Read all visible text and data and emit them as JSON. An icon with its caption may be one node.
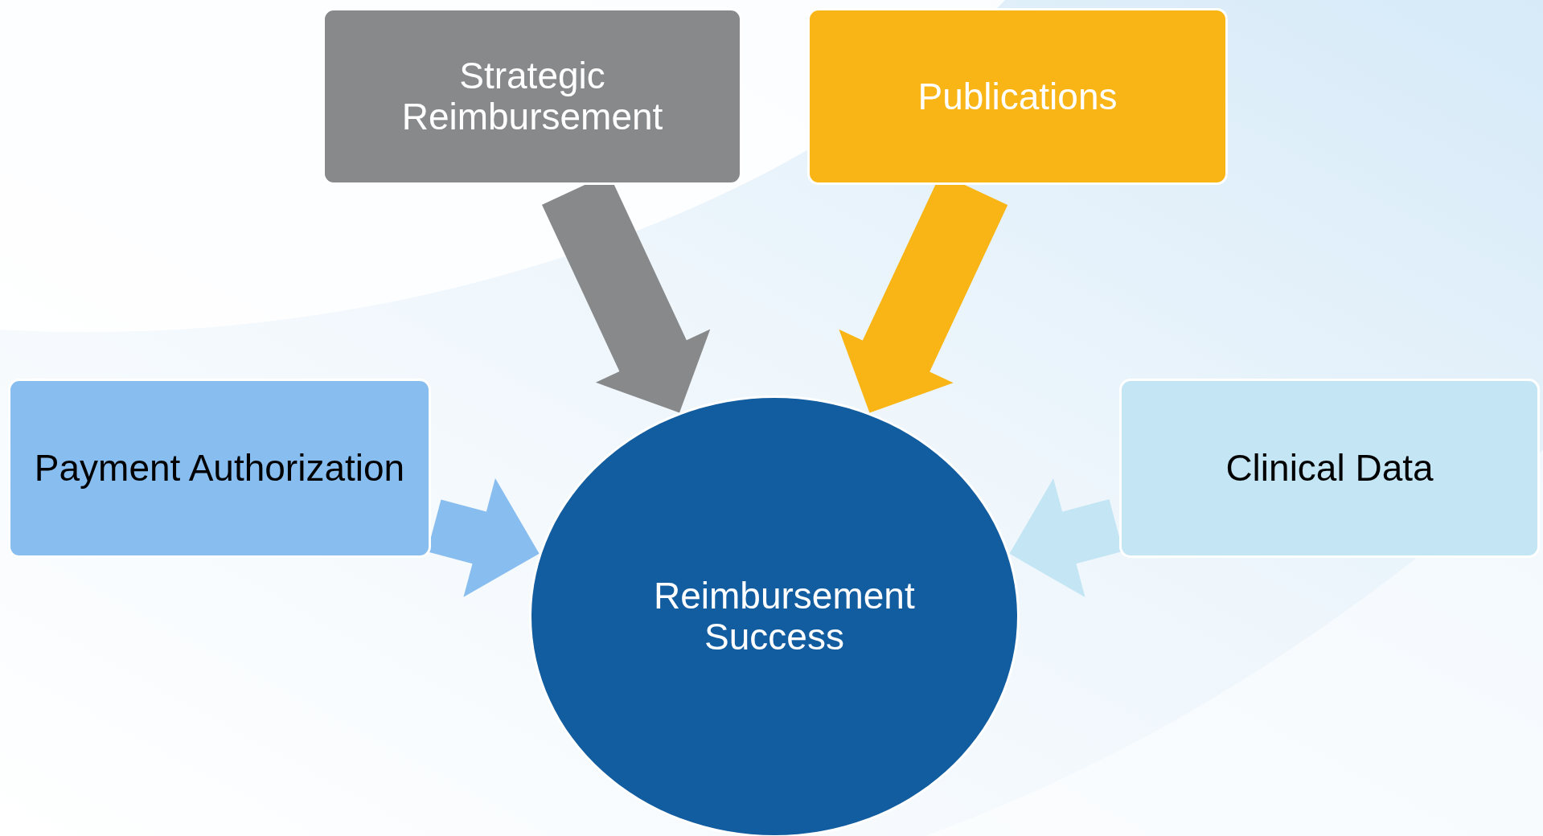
{
  "diagram": {
    "nodes": [
      {
        "text": [
          "Strategic Reimbursement"
        ]
      },
      {
        "text": [
          "Publications"
        ]
      },
      {
        "text": [
          "Payment Authorization"
        ]
      },
      {
        "text": [
          "Reimbursement Success"
        ]
      },
      {
        "text": [
          "Clinical Data"
        ]
      }
    ],
    "edges": [
      {
        "from": 0,
        "to": 3,
        "arrow": "to",
        "style": "thick",
        "color": "#88898b"
      },
      {
        "from": 1,
        "to": 3,
        "arrow": "to",
        "style": "thick",
        "color": "#f9b515"
      },
      {
        "from": 2,
        "to": 3,
        "arrow": "to",
        "style": "thick",
        "color": "#88bdef"
      },
      {
        "from": 4,
        "to": 3,
        "arrow": "to",
        "style": "thick",
        "color": "#c4e5f4"
      }
    ]
  }
}
